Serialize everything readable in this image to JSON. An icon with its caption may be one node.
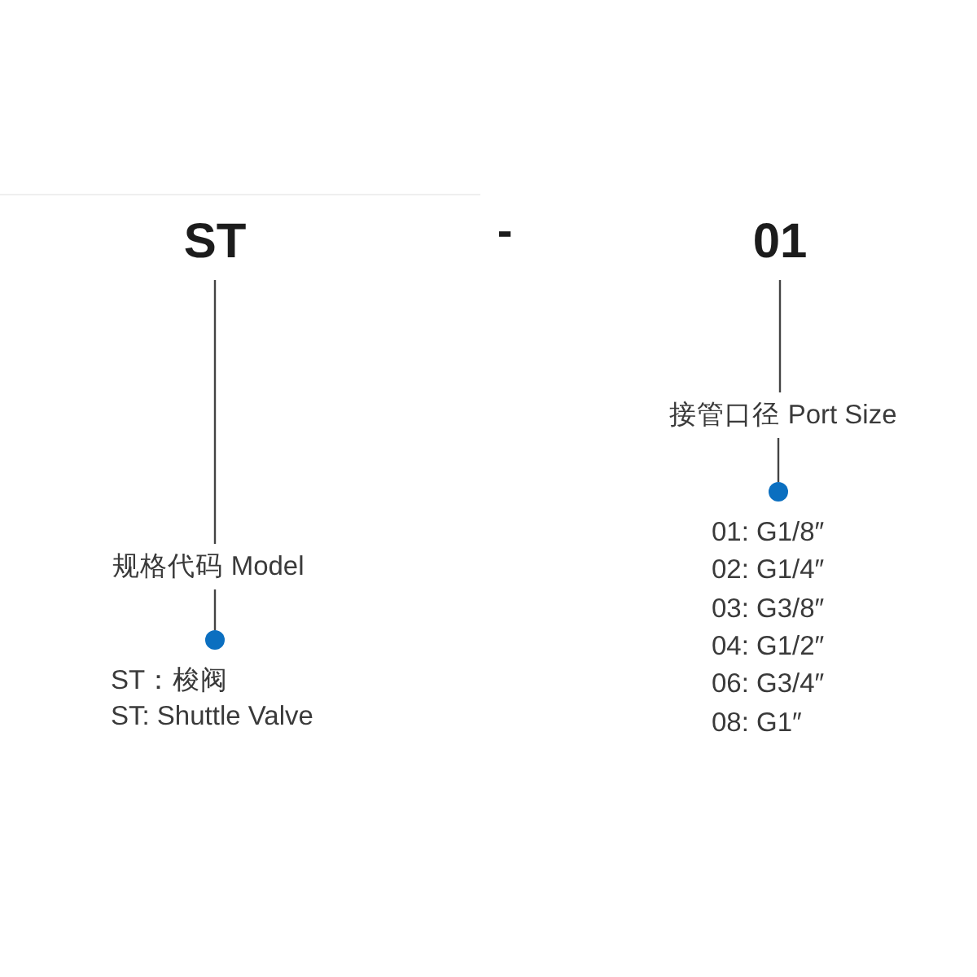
{
  "diagram": {
    "nodes": [
      {
        "text": [
          "ST"
        ]
      },
      {
        "text": [
          "01"
        ]
      },
      {
        "text": [
          "规格代码 Model"
        ]
      },
      {
        "text": [
          "接管口径 Port Size"
        ]
      },
      {
        "text": [],
        "shape": "circle"
      },
      {
        "text": [],
        "shape": "circle"
      }
    ],
    "edges": [
      {
        "from": 0,
        "to": 2,
        "arrow": "none"
      },
      {
        "from": 2,
        "to": 4,
        "arrow": "none"
      },
      {
        "from": 1,
        "to": 3,
        "arrow": "none"
      },
      {
        "from": 3,
        "to": 5,
        "arrow": "none"
      }
    ],
    "labels": [
      "-",
      "ST：梭阀",
      "ST: Shuttle Valve",
      "01: G1/8″",
      "02: G1/4″",
      "03: G3/8″",
      "04: G1/2″",
      "06: G3/4″",
      "08: G1″"
    ]
  }
}
